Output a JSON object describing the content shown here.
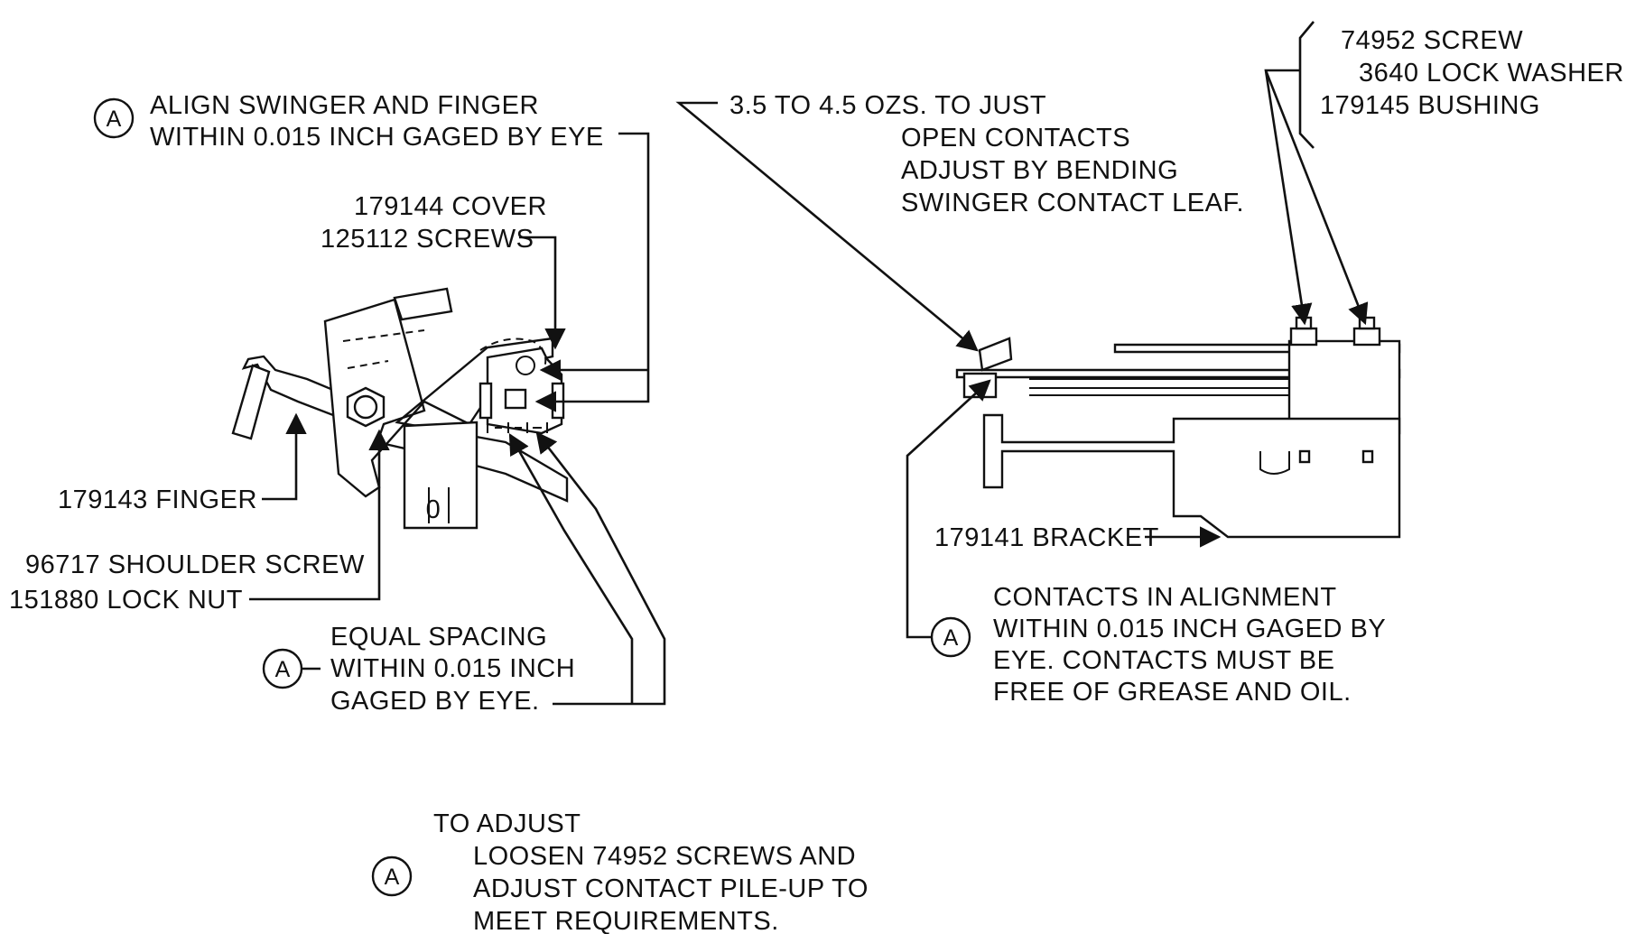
{
  "callout_letter": "A",
  "labels": {
    "align_1": "ALIGN SWINGER AND FINGER",
    "align_2": "WITHIN 0.015 INCH GAGED BY EYE",
    "cover_1": "179144 COVER",
    "cover_2": "125112 SCREWS",
    "finger": "179143 FINGER",
    "shoulder_1": "96717 SHOULDER SCREW",
    "shoulder_2": "151880 LOCK NUT",
    "equal_1": "EQUAL SPACING",
    "equal_2": "WITHIN 0.015 INCH",
    "equal_3": "GAGED BY EYE.",
    "tension_1": "3.5 TO 4.5 OZS. TO JUST",
    "tension_2": "OPEN CONTACTS",
    "tension_3": "ADJUST BY BENDING",
    "tension_4": "SWINGER CONTACT LEAF.",
    "hw_1": "74952 SCREW",
    "hw_2": "3640 LOCK WASHER",
    "hw_3": "179145 BUSHING",
    "bracket": "179141 BRACKET",
    "contacts_1": "CONTACTS IN ALIGNMENT",
    "contacts_2": "WITHIN 0.015 INCH GAGED BY",
    "contacts_3": "EYE. CONTACTS MUST BE",
    "contacts_4": "FREE OF GREASE AND OIL.",
    "adjust_1": "TO ADJUST",
    "adjust_2": "LOOSEN 74952 SCREWS AND",
    "adjust_3": "ADJUST CONTACT PILE-UP TO",
    "adjust_4": "MEET REQUIREMENTS."
  },
  "slot_mark": "0"
}
